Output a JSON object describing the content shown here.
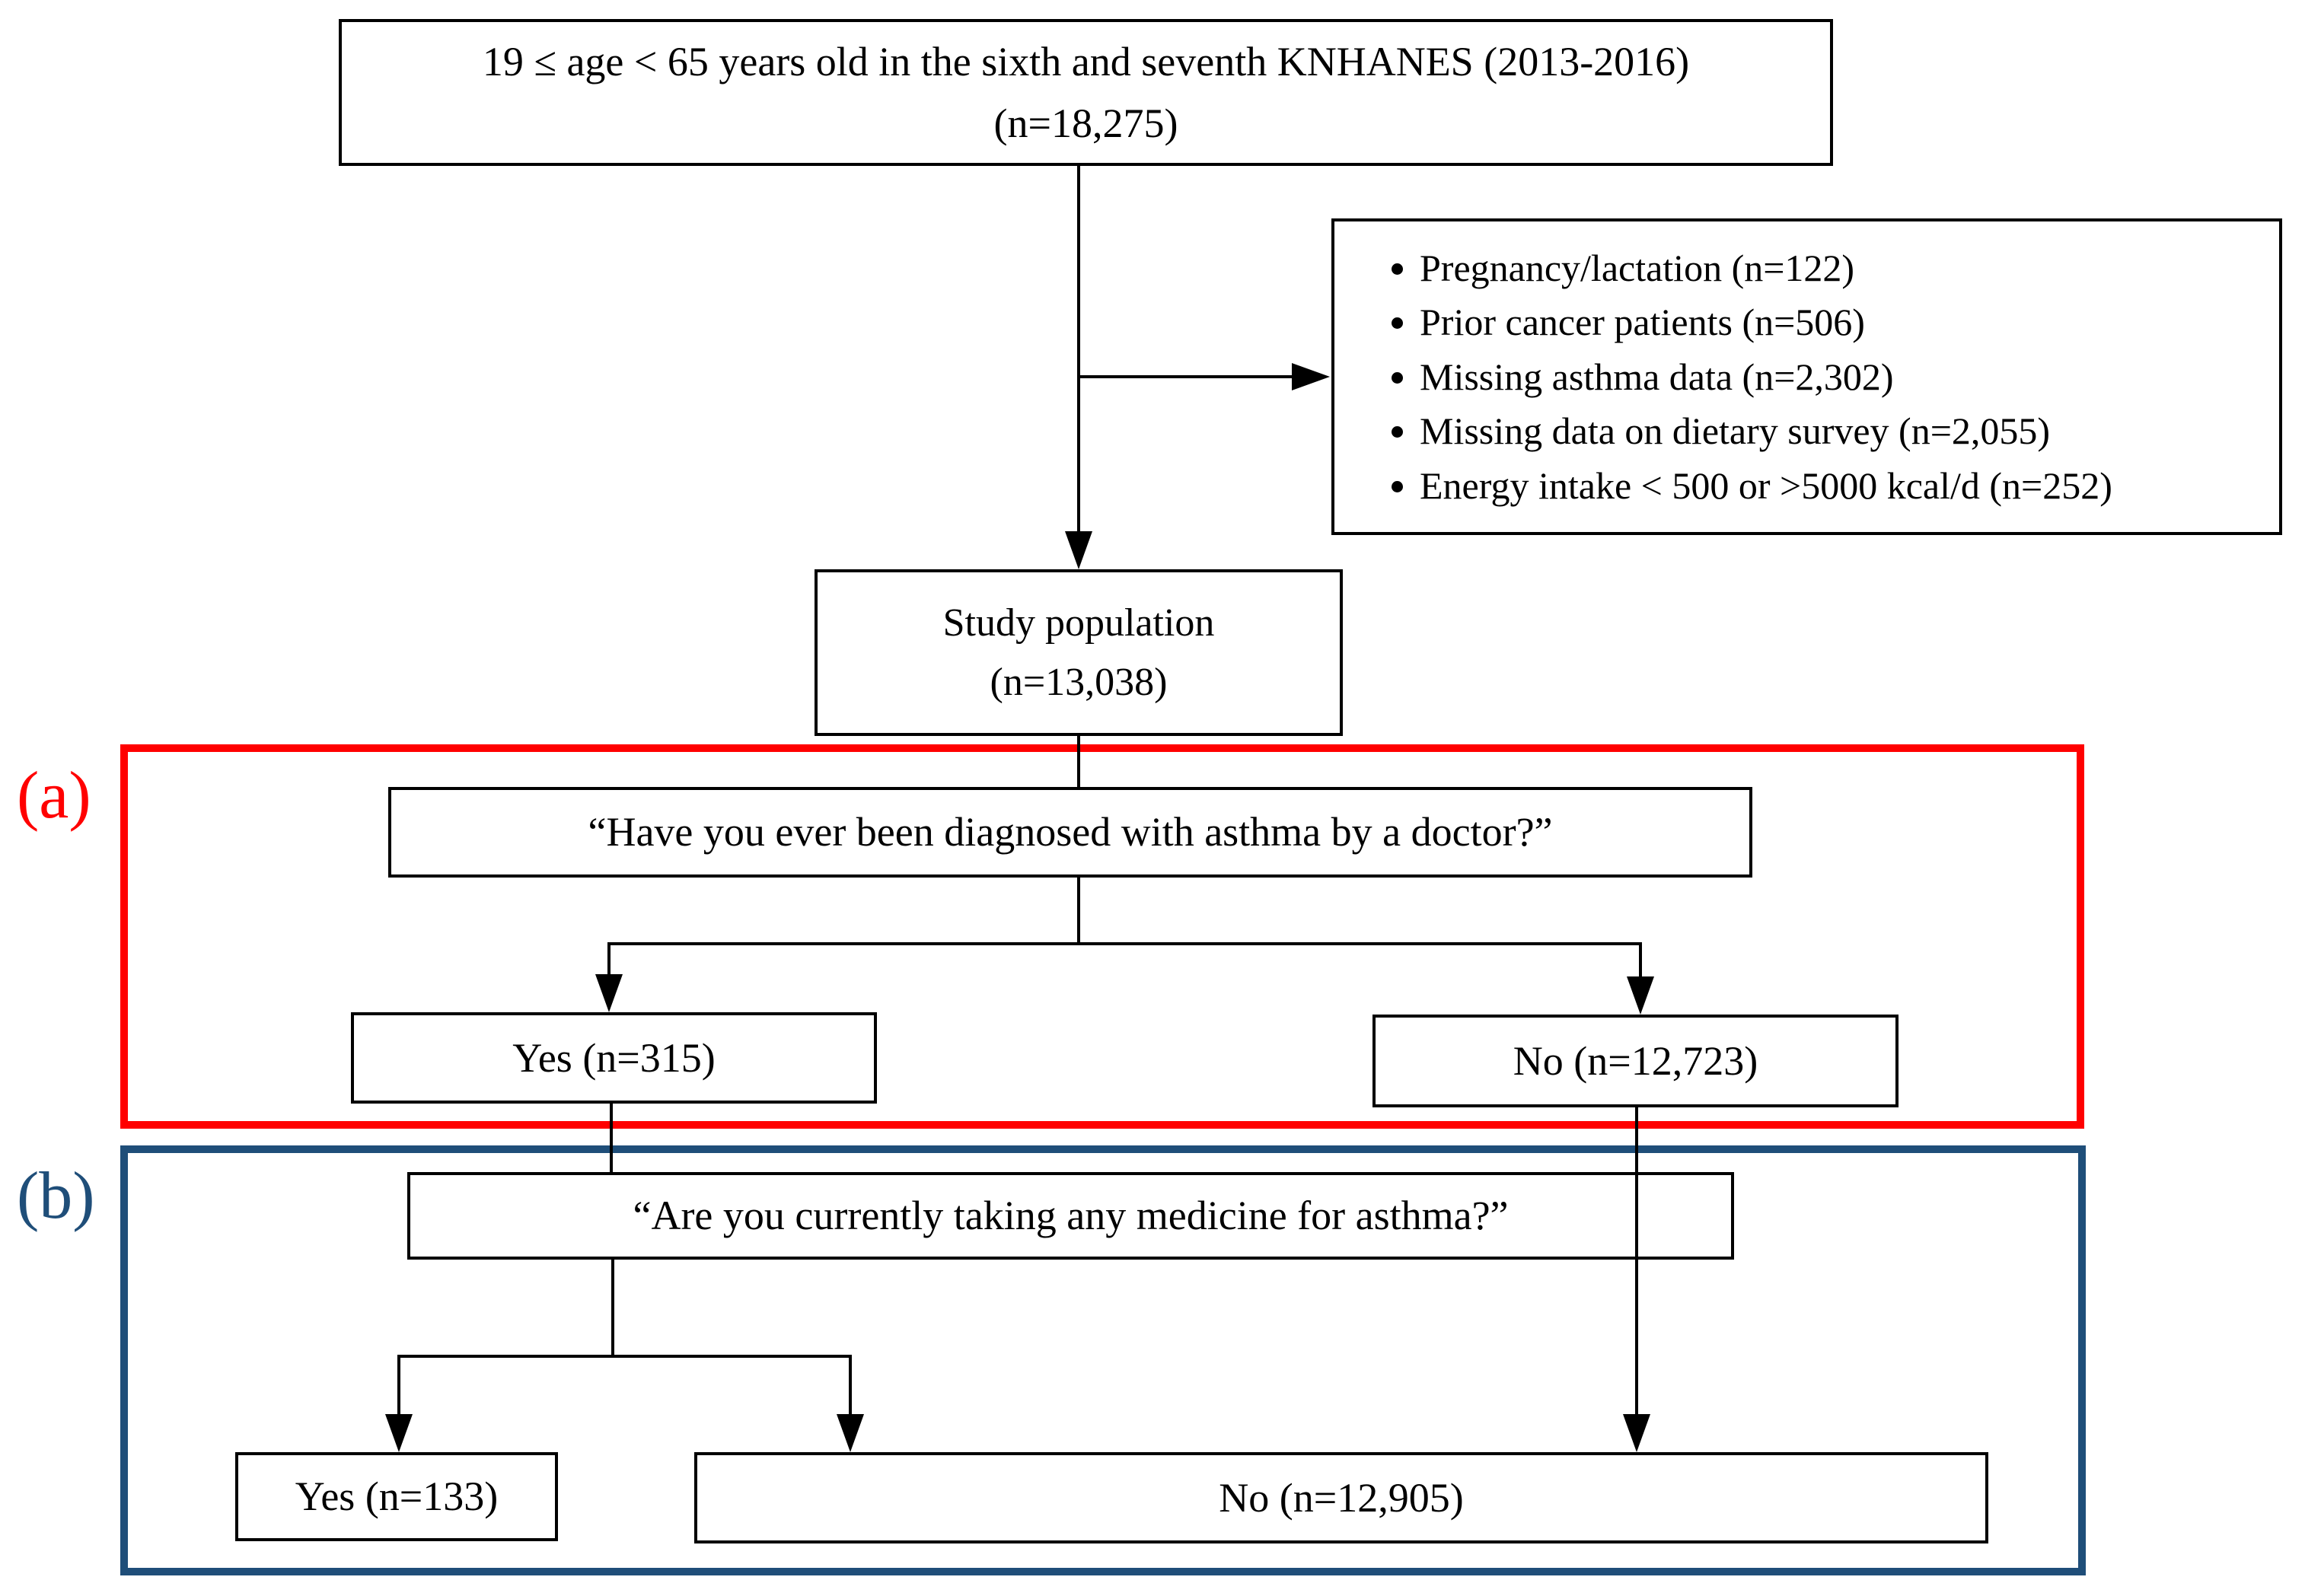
{
  "flowchart": {
    "enrollment": {
      "line1": "19 ≤ age < 65 years old in the sixth and seventh KNHANES (2013-2016)",
      "line2": "(n=18,275)"
    },
    "exclusions": {
      "items": [
        "Pregnancy/lactation (n=122)",
        "Prior cancer patients (n=506)",
        "Missing asthma data (n=2,302)",
        "Missing data on dietary survey (n=2,055)",
        "Energy intake < 500 or >5000 kcal/d (n=252)"
      ]
    },
    "study_population": {
      "line1": "Study population",
      "line2": "(n=13,038)"
    },
    "section_a": {
      "label": "(a)",
      "border_color": "#FF0000",
      "question": "“Have you ever been diagnosed with asthma by a doctor?”",
      "yes_label": "Yes (n=315)",
      "no_label": "No (n=12,723)"
    },
    "section_b": {
      "label": "(b)",
      "border_color": "#1F4E79",
      "question": "“Are you currently taking any medicine for asthma?”",
      "yes_label": "Yes (n=133)",
      "no_label": "No (n=12,905)"
    }
  }
}
